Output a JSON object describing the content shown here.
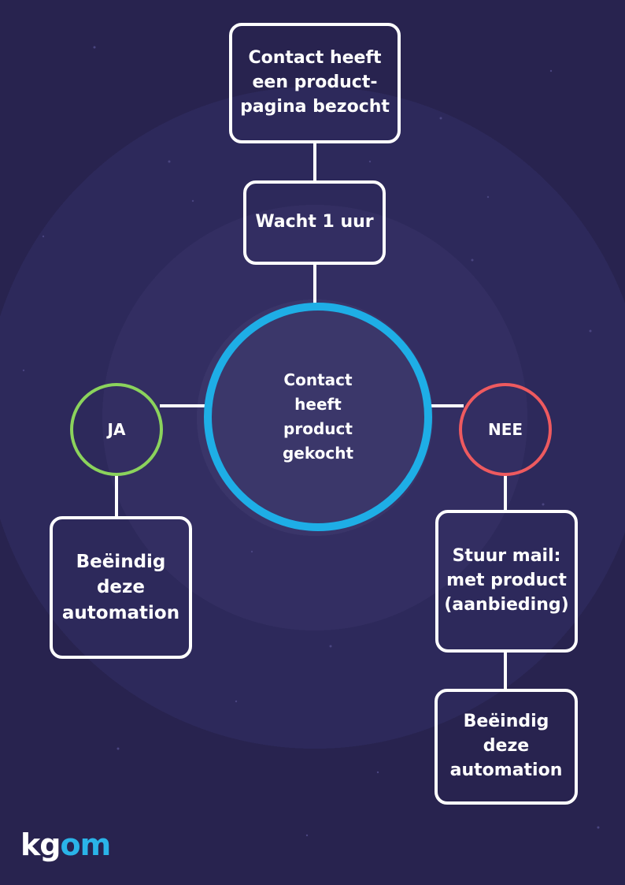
{
  "diagram": {
    "trigger": "Contact heeft\neen product-\npagina bezocht",
    "wait": "Wacht 1 uur",
    "condition": "Contact\nheeft\nproduct\ngekocht",
    "yes_label": "JA",
    "no_label": "NEE",
    "yes_action": "Beëindig\ndeze\nautomation",
    "no_action": "Stuur mail:\nmet product\n(aanbieding)",
    "no_end": "Beëindig\ndeze\nautomation"
  },
  "logo": {
    "prefix": "kg",
    "suffix": "om"
  },
  "colors": {
    "background": "#28234f",
    "condition_ring": "#1eaee6",
    "yes_ring": "#8bd35c",
    "no_ring": "#ee5a5f",
    "logo_prefix": "#ffffff",
    "logo_suffix": "#2ab4e8"
  }
}
